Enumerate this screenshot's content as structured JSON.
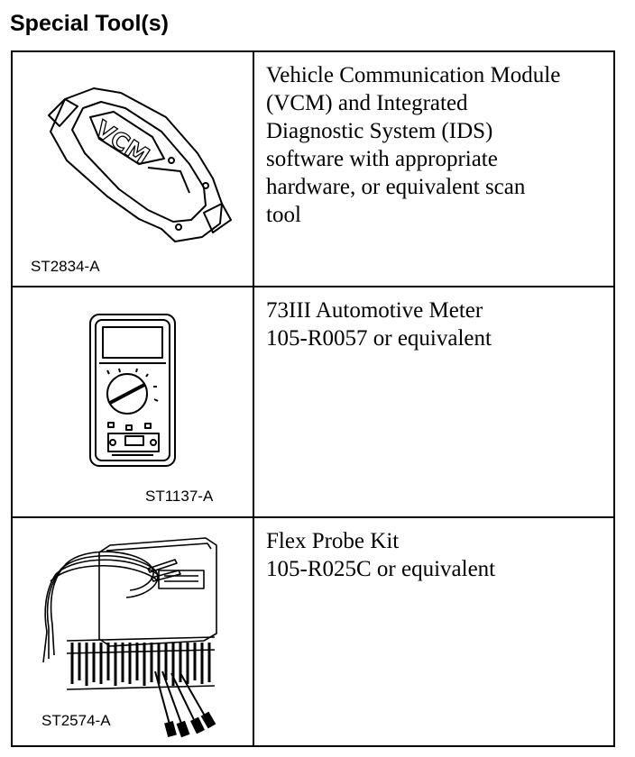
{
  "heading": "Special Tool(s)",
  "tools": [
    {
      "figure_id": "ST2834-A",
      "device_text": "VCM",
      "description_lines": [
        "Vehicle Communication Module",
        "(VCM) and Integrated",
        "Diagnostic System (IDS)",
        "software with appropriate",
        "hardware, or equivalent scan",
        "tool"
      ]
    },
    {
      "figure_id": "ST1137-A",
      "description_lines": [
        "73III Automotive Meter",
        "105-R0057 or equivalent"
      ]
    },
    {
      "figure_id": "ST2574-A",
      "description_lines": [
        "Flex Probe Kit",
        "105-R025C or equivalent"
      ]
    }
  ]
}
